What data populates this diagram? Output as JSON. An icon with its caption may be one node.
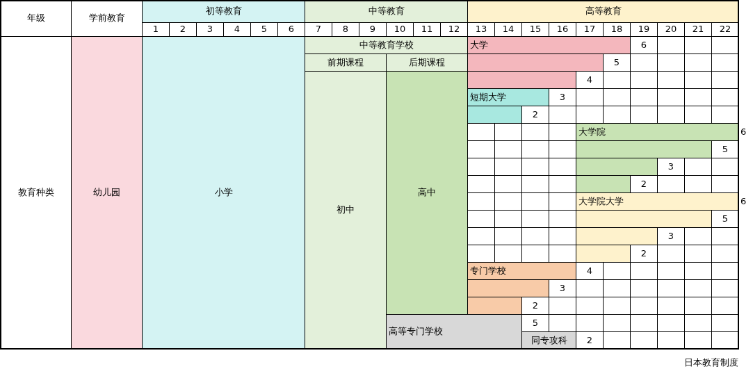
{
  "diagram": {
    "caption": "日本教育制度",
    "nodes": [
      {
        "text": [
          "初等教育"
        ]
      },
      {
        "text": [
          "中等教育"
        ]
      },
      {
        "text": [
          "高等教育"
        ]
      },
      {
        "text": [
          "幼儿园"
        ]
      },
      {
        "text": [
          "小学"
        ]
      },
      {
        "text": [
          "中等教育学校"
        ]
      },
      {
        "text": [
          "前期课程"
        ]
      },
      {
        "text": [
          "后期课程"
        ]
      },
      {
        "text": [
          "初中"
        ]
      },
      {
        "text": [
          "高中"
        ]
      },
      {
        "text": [
          "大学"
        ]
      },
      {
        "text": [],
        "shape": "bar"
      },
      {
        "text": [],
        "shape": "bar"
      },
      {
        "text": [
          "短期大学"
        ]
      },
      {
        "text": [],
        "shape": "bar"
      },
      {
        "text": [
          "大学院"
        ]
      },
      {
        "text": [],
        "shape": "bar"
      },
      {
        "text": [],
        "shape": "bar"
      },
      {
        "text": [],
        "shape": "bar"
      },
      {
        "text": [
          "大学院大学"
        ]
      },
      {
        "text": [],
        "shape": "bar"
      },
      {
        "text": [],
        "shape": "bar"
      },
      {
        "text": [],
        "shape": "bar"
      },
      {
        "text": [
          "专门学校"
        ]
      },
      {
        "text": [],
        "shape": "bar"
      },
      {
        "text": [],
        "shape": "bar"
      },
      {
        "text": [
          "高等专门学校"
        ]
      },
      {
        "text": [
          "同专攻科"
        ]
      }
    ],
    "labels": [
      "年级",
      "学前教育",
      "1",
      "2",
      "3",
      "4",
      "5",
      "6",
      "7",
      "8",
      "9",
      "10",
      "11",
      "12",
      "13",
      "14",
      "15",
      "16",
      "17",
      "18",
      "19",
      "20",
      "21",
      "22",
      "教育种类",
      "6",
      "5",
      "4",
      "3",
      "2",
      "6",
      "5",
      "3",
      "2",
      "6",
      "5",
      "3",
      "2",
      "4",
      "3",
      "2",
      "5",
      "2"
    ]
  }
}
